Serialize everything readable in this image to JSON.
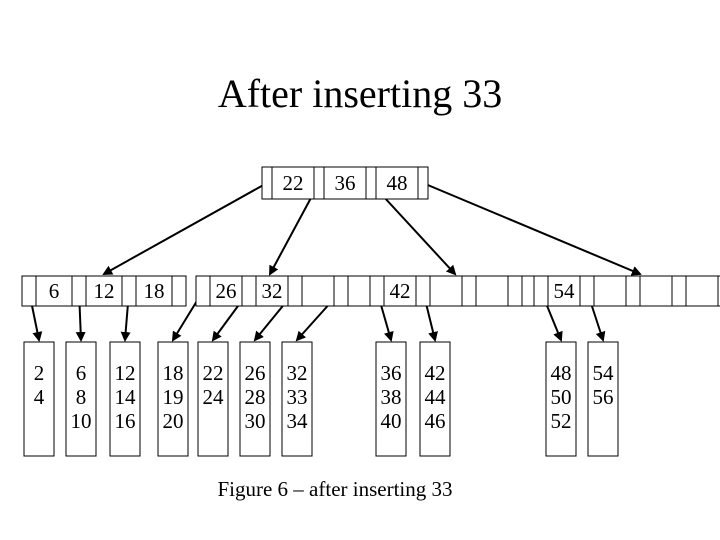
{
  "title": "After inserting 33",
  "caption": "Figure 6 – after inserting 33",
  "root": {
    "keys": [
      "22",
      "36",
      "48"
    ]
  },
  "internal_nodes": [
    {
      "keys": [
        "6",
        "12",
        "18"
      ]
    },
    {
      "keys": [
        "26",
        "32",
        "",
        ""
      ]
    },
    {
      "keys": [
        "42",
        "",
        "",
        ""
      ]
    },
    {
      "keys": [
        "54",
        "",
        "",
        ""
      ]
    }
  ],
  "leaf_groups": [
    [
      [
        "2",
        "4"
      ],
      [
        "6",
        "8",
        "10"
      ],
      [
        "12",
        "14",
        "16"
      ]
    ],
    [
      [
        "18",
        "19",
        "20"
      ],
      [
        "22",
        "24"
      ],
      [
        "26",
        "28",
        "30"
      ],
      [
        "32",
        "33",
        "34"
      ]
    ],
    [
      [
        "36",
        "38",
        "40"
      ],
      [
        "42",
        "44",
        "46"
      ]
    ],
    [
      [
        "48",
        "50",
        "52"
      ],
      [
        "54",
        "56"
      ]
    ]
  ]
}
